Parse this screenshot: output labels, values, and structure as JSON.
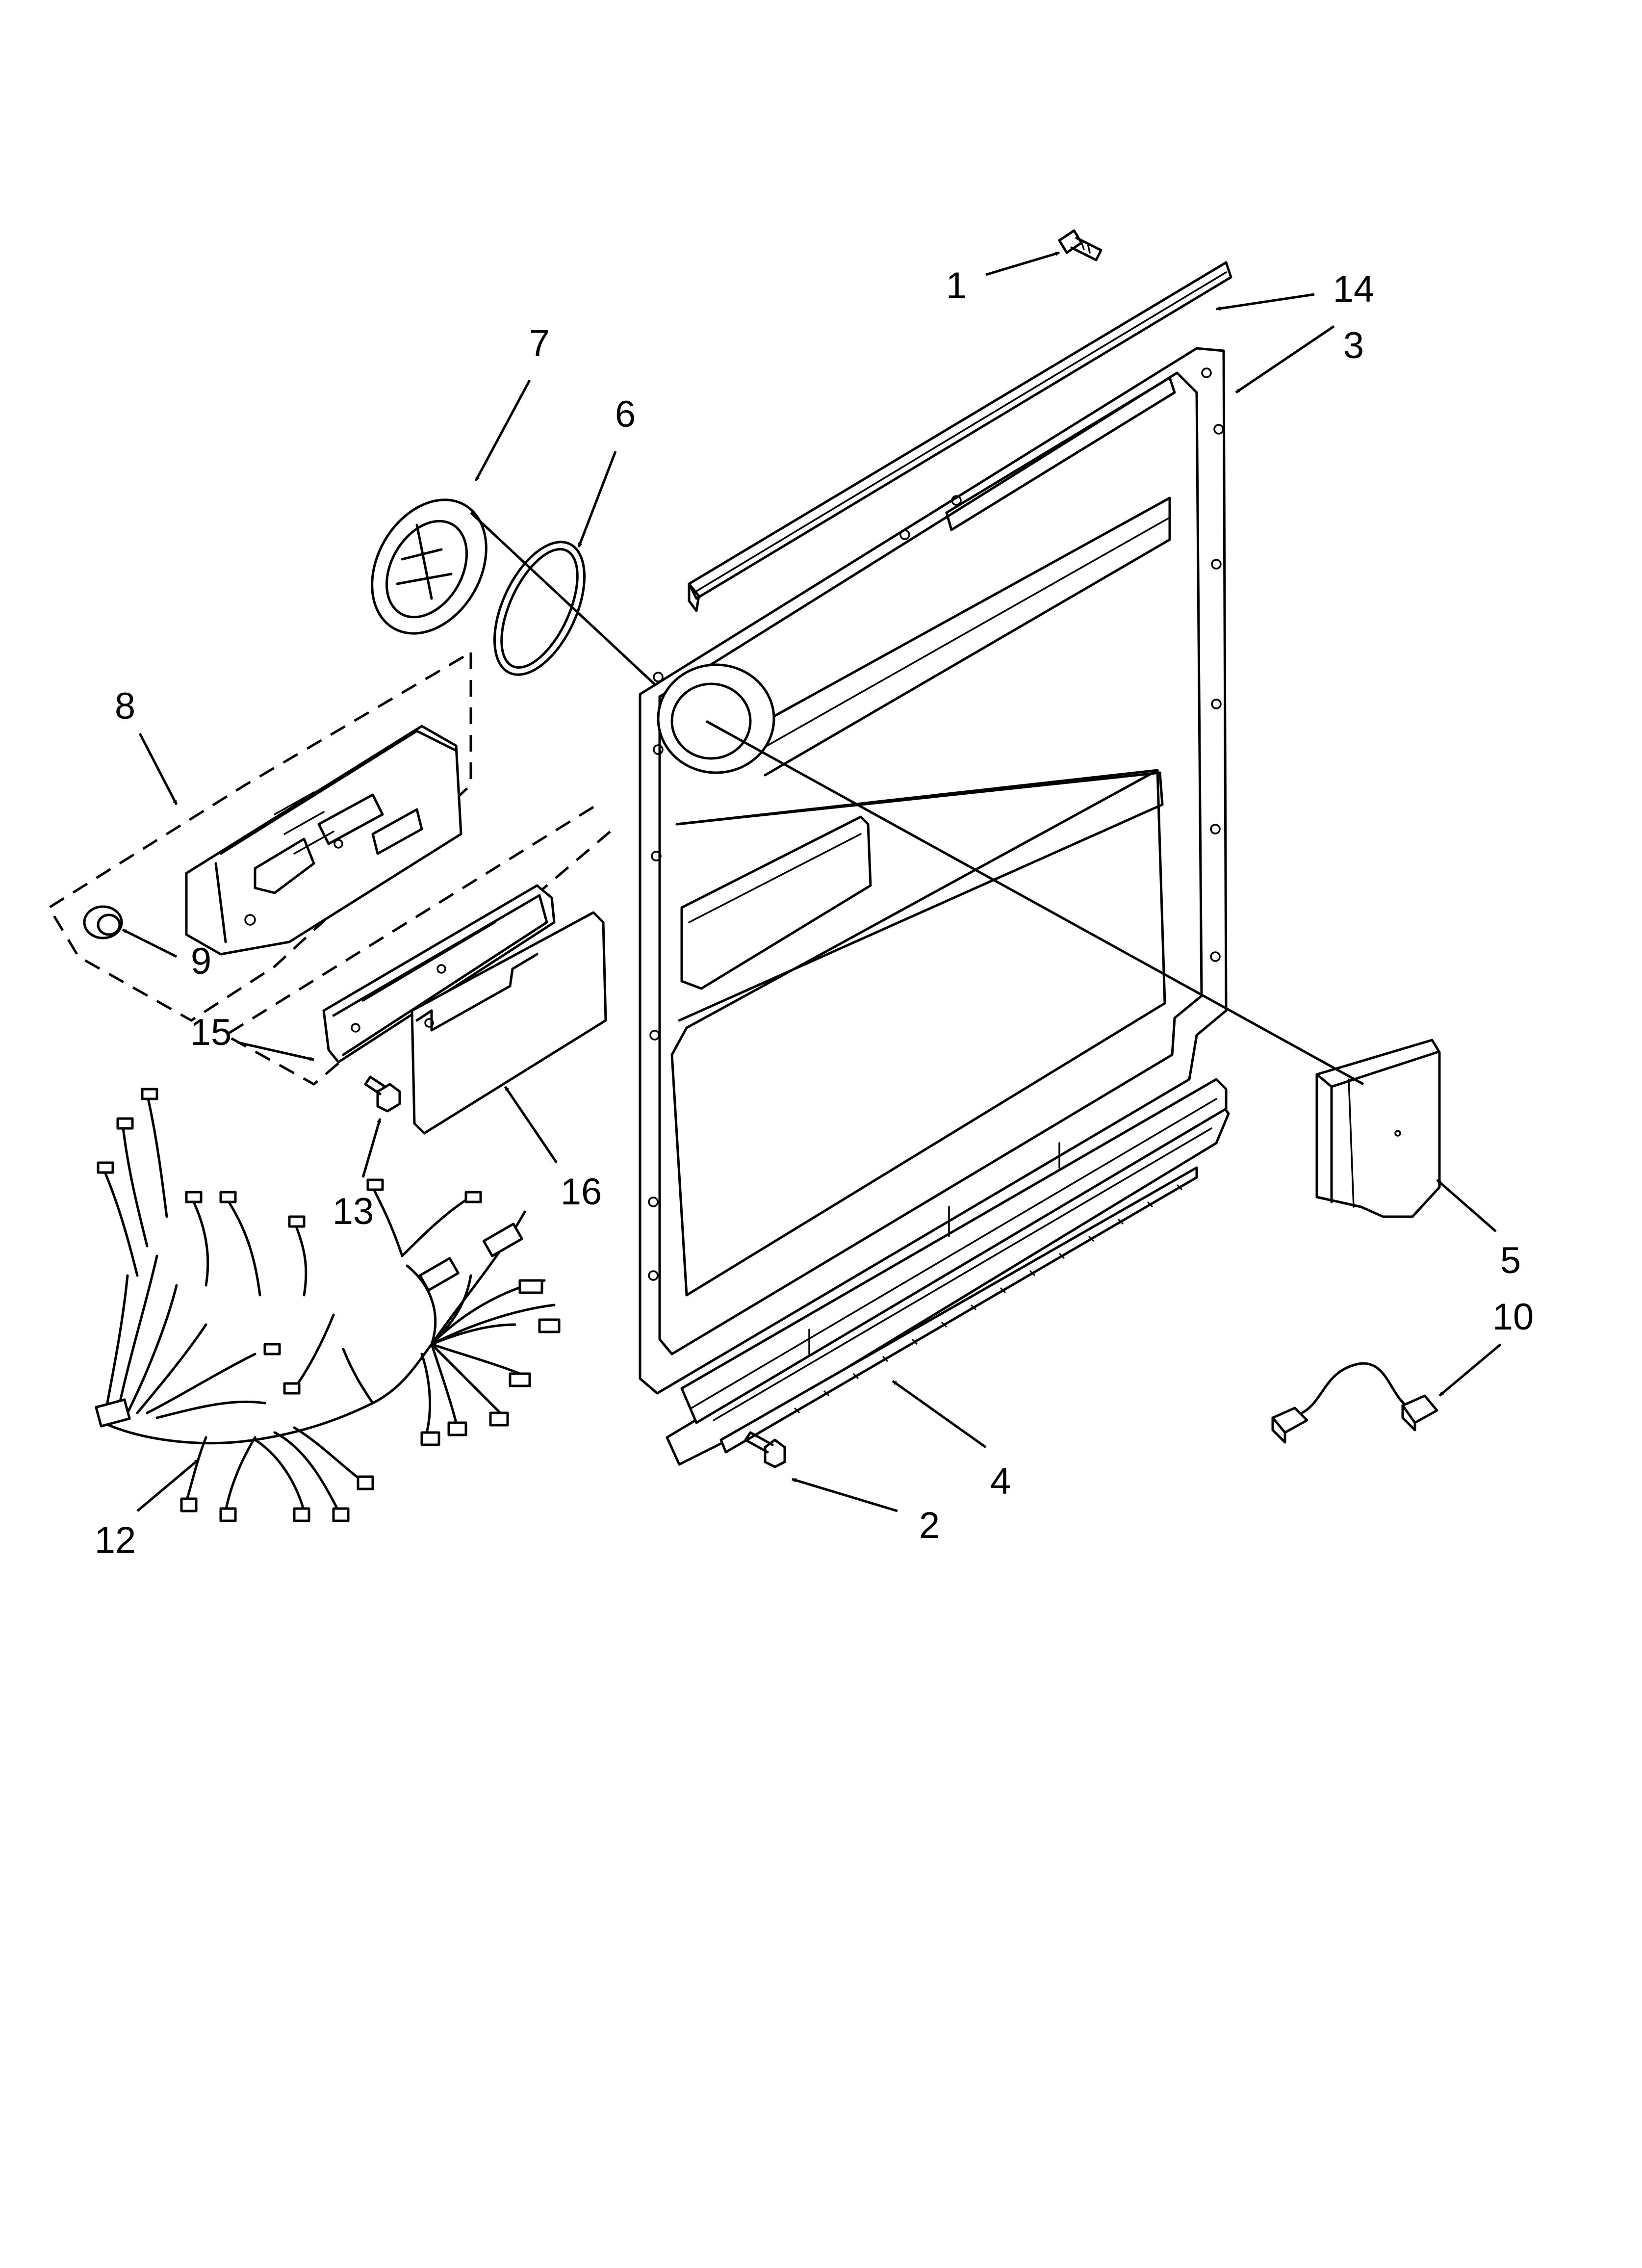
{
  "diagram": {
    "part_labels": [
      "1",
      "2",
      "3",
      "4",
      "5",
      "6",
      "7",
      "8",
      "9",
      "10",
      "12",
      "13",
      "14",
      "15",
      "16"
    ]
  }
}
